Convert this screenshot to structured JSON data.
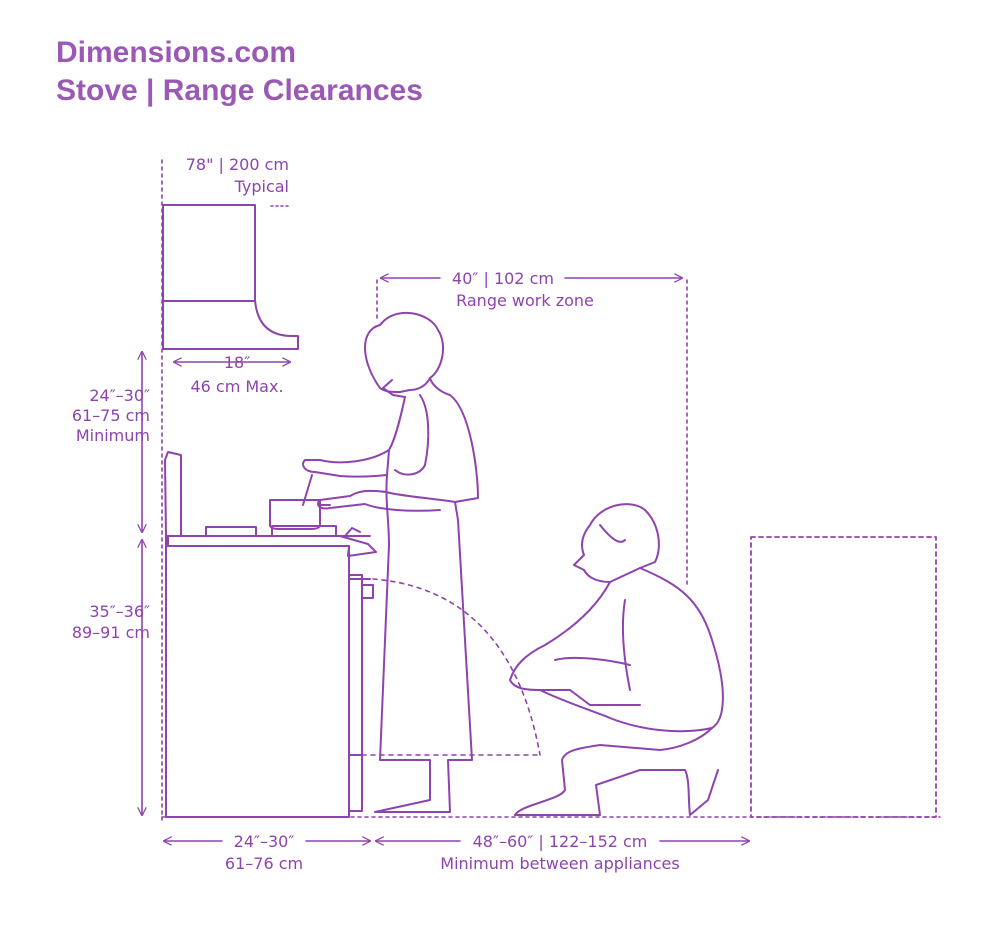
{
  "header": {
    "line1": "Dimensions.com",
    "line2": "Stove | Range Clearances"
  },
  "labels": {
    "hood_height_value": "78\" | 200 cm",
    "hood_height_note": "Typical",
    "hood_depth_value": "18″",
    "hood_depth_note": "46 cm Max.",
    "hood_clear_in": "24″–30″",
    "hood_clear_cm": "61–75 cm",
    "hood_clear_note": "Minimum",
    "counter_in": "35″–36″",
    "counter_cm": "89–91 cm",
    "zone_value": "40″ | 102 cm",
    "zone_note": "Range work zone",
    "range_width_in": "24″–30″",
    "range_width_cm": "61–76 cm",
    "between_value": "48″–60″ | 122–152 cm",
    "between_note": "Minimum between appliances"
  },
  "colors": {
    "accent": "#9b59b6",
    "stroke": "#8e44ad"
  }
}
